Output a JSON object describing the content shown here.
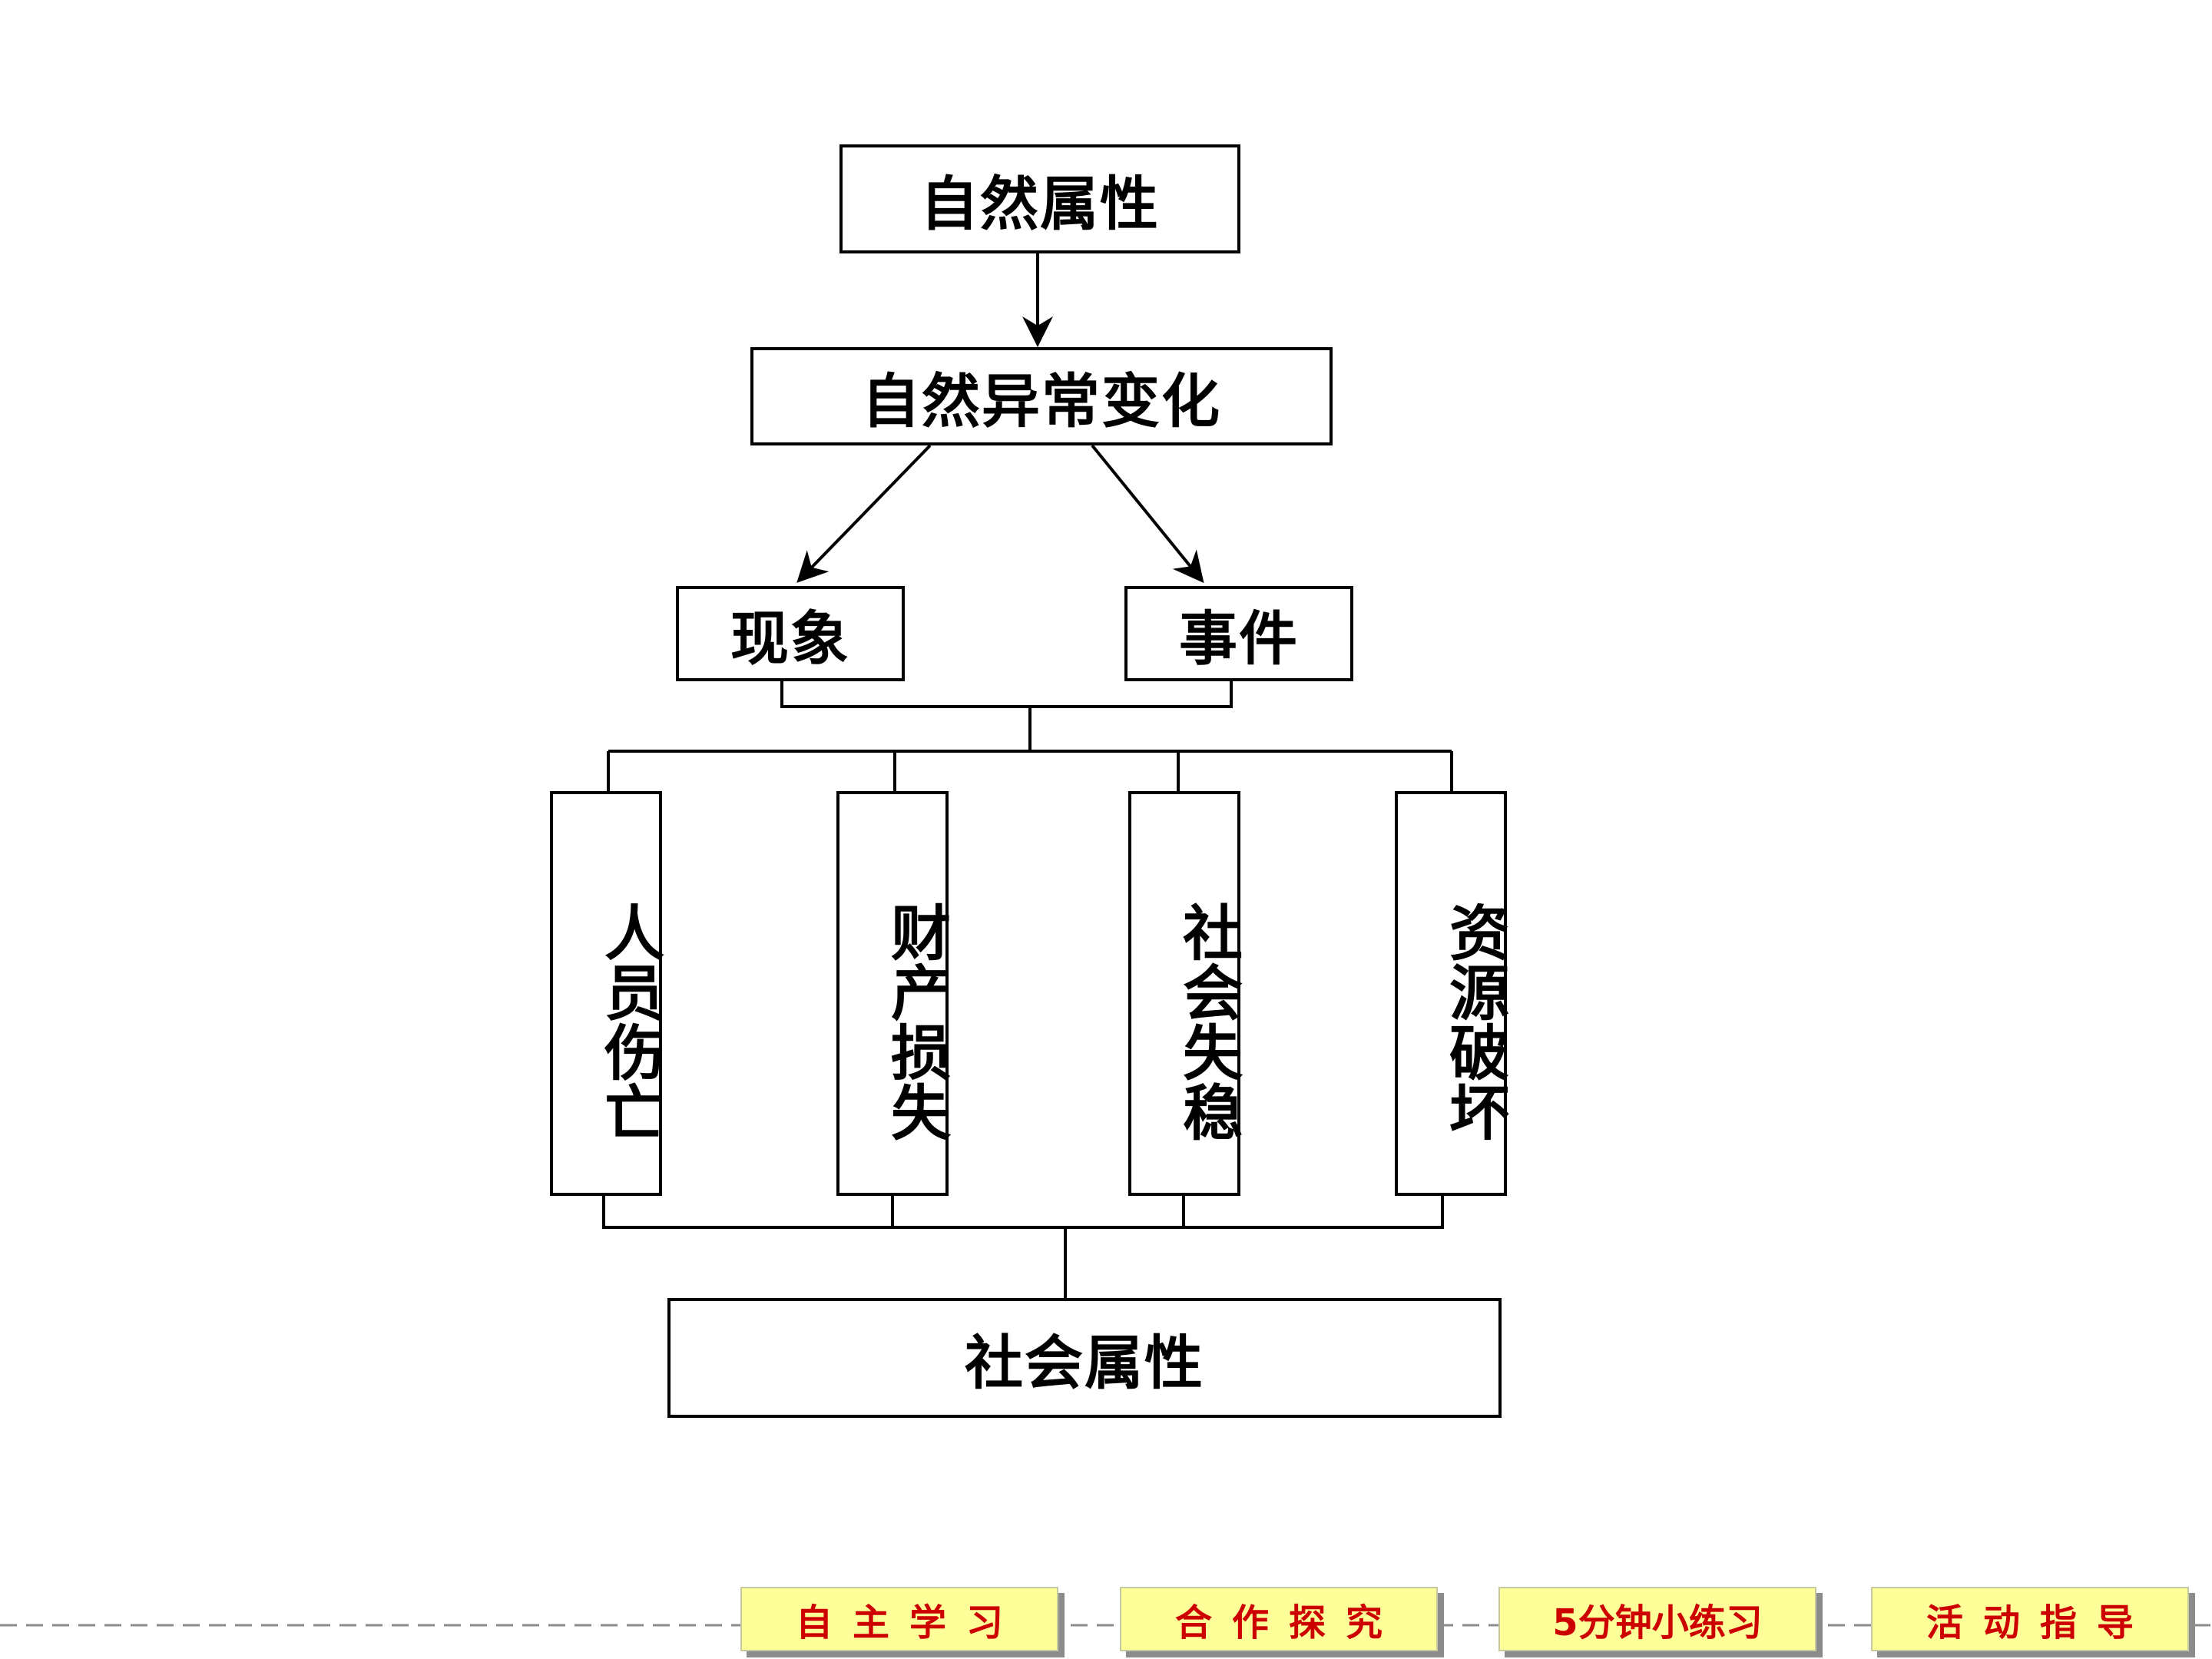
{
  "diagram": {
    "top": "自然属性",
    "second": "自然异常变化",
    "branch_left": "现象",
    "branch_right": "事件",
    "impacts": [
      "人员伤亡",
      "财产损失",
      "社会失稳",
      "资源破坏"
    ],
    "bottom": "社会属性"
  },
  "nav": {
    "items": [
      "自主学习",
      "合作探究",
      "5分钟小练习",
      "活动指导"
    ]
  },
  "colors": {
    "nav_bg": "#ffff99",
    "nav_text": "#cc0000",
    "line": "#000000"
  }
}
